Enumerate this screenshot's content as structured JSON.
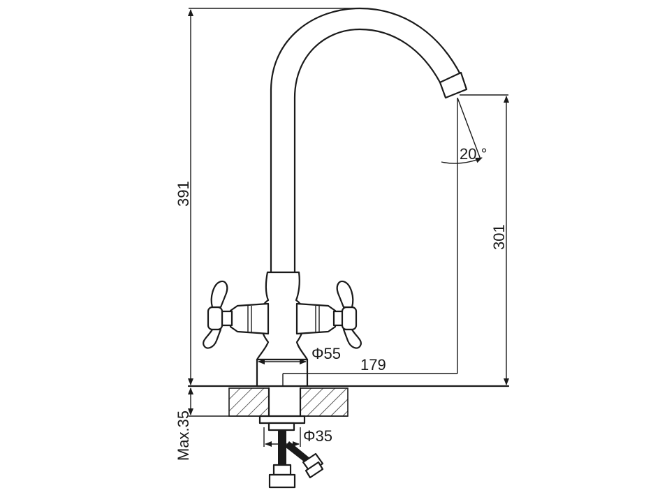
{
  "dimensions": {
    "total_height": "391",
    "spout_height": "301",
    "reach": "179",
    "base_diameter": "Φ55",
    "hole_diameter": "Φ35",
    "max_thickness": "Max.35",
    "spout_angle": "20 °"
  },
  "colors": {
    "line": "#1a1a1a",
    "background": "#ffffff"
  }
}
